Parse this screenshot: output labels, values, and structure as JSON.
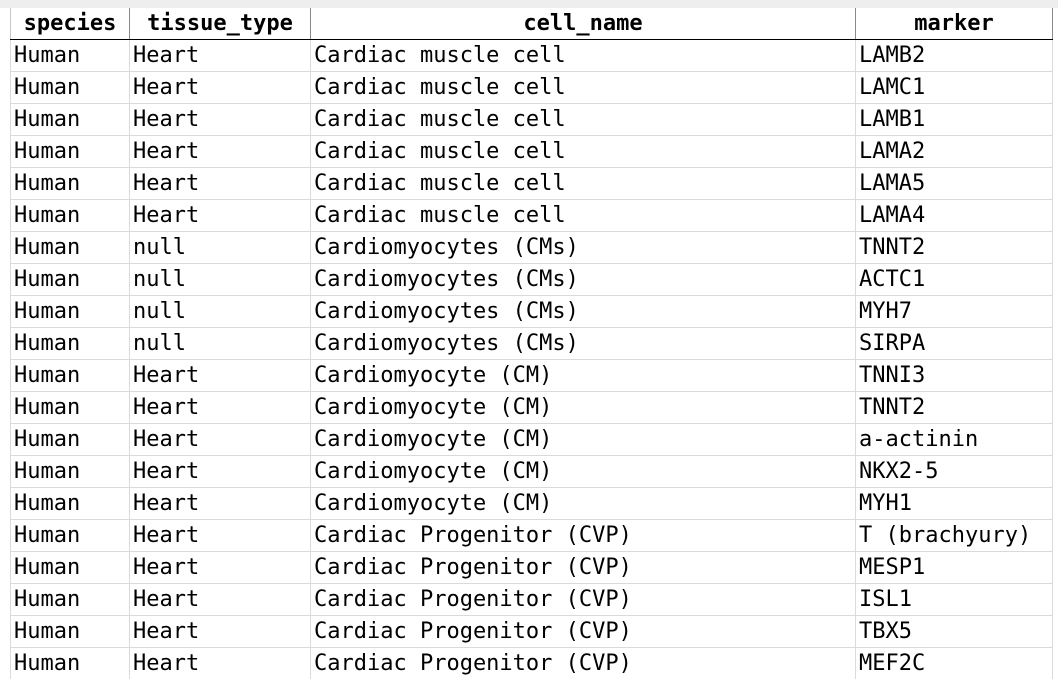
{
  "headers": [
    "species",
    "tissue_type",
    "cell_name",
    "marker"
  ],
  "rows": [
    [
      "Human",
      "Heart",
      "Cardiac muscle cell",
      "LAMB2"
    ],
    [
      "Human",
      "Heart",
      "Cardiac muscle cell",
      "LAMC1"
    ],
    [
      "Human",
      "Heart",
      "Cardiac muscle cell",
      "LAMB1"
    ],
    [
      "Human",
      "Heart",
      "Cardiac muscle cell",
      "LAMA2"
    ],
    [
      "Human",
      "Heart",
      "Cardiac muscle cell",
      "LAMA5"
    ],
    [
      "Human",
      "Heart",
      "Cardiac muscle cell",
      "LAMA4"
    ],
    [
      "Human",
      "null",
      "Cardiomyocytes (CMs)",
      "TNNT2"
    ],
    [
      "Human",
      "null",
      "Cardiomyocytes (CMs)",
      "ACTC1"
    ],
    [
      "Human",
      "null",
      "Cardiomyocytes (CMs)",
      "MYH7"
    ],
    [
      "Human",
      "null",
      "Cardiomyocytes (CMs)",
      "SIRPA"
    ],
    [
      "Human",
      "Heart",
      "Cardiomyocyte (CM)",
      "TNNI3"
    ],
    [
      "Human",
      "Heart",
      "Cardiomyocyte (CM)",
      "TNNT2"
    ],
    [
      "Human",
      "Heart",
      "Cardiomyocyte (CM)",
      "a-actinin"
    ],
    [
      "Human",
      "Heart",
      "Cardiomyocyte (CM)",
      "NKX2-5"
    ],
    [
      "Human",
      "Heart",
      "Cardiomyocyte (CM)",
      "MYH1"
    ],
    [
      "Human",
      "Heart",
      "Cardiac Progenitor (CVP)",
      "T (brachyury)"
    ],
    [
      "Human",
      "Heart",
      "Cardiac Progenitor (CVP)",
      "MESP1"
    ],
    [
      "Human",
      "Heart",
      "Cardiac Progenitor (CVP)",
      "ISL1"
    ],
    [
      "Human",
      "Heart",
      "Cardiac Progenitor (CVP)",
      "TBX5"
    ],
    [
      "Human",
      "Heart",
      "Cardiac Progenitor (CVP)",
      "MEF2C"
    ]
  ]
}
